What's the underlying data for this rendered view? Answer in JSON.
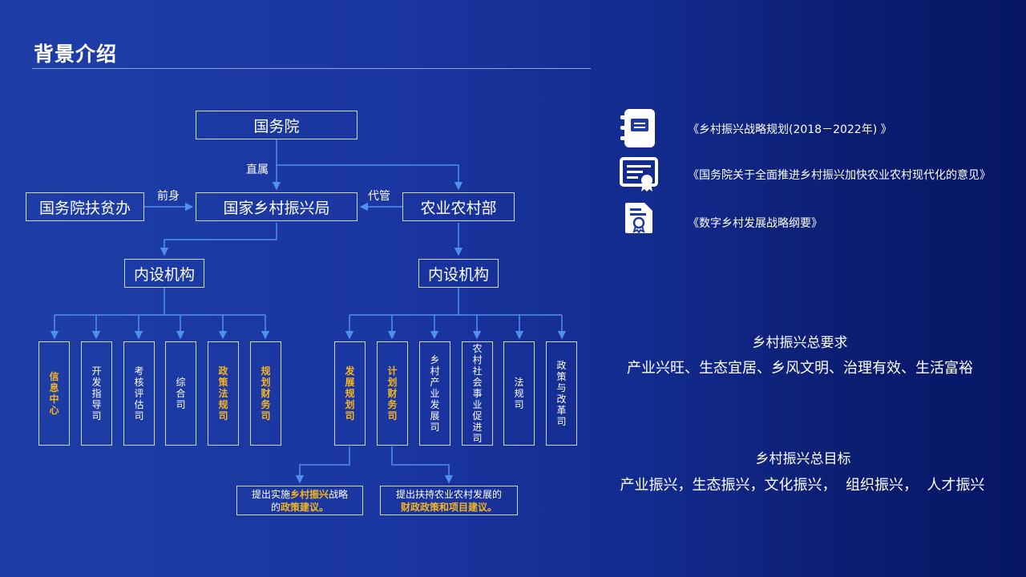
{
  "header": {
    "title": "背景介绍"
  },
  "org": {
    "state_council": "国务院",
    "poverty_office": "国务院扶贫办",
    "rural_bureau": "国家乡村振兴局",
    "agri_ministry": "农业农村部",
    "label_direct": "直属",
    "label_former": "前身",
    "label_acting": "代管",
    "internal_left": "内设机构",
    "internal_right": "内设机构",
    "left_depts": [
      {
        "name": "信息中心",
        "highlight": true
      },
      {
        "name": "开发指导司",
        "highlight": false
      },
      {
        "name": "考核评估司",
        "highlight": false
      },
      {
        "name": "综合司",
        "highlight": false
      },
      {
        "name": "政策法规司",
        "highlight": true
      },
      {
        "name": "规划财务司",
        "highlight": true
      }
    ],
    "right_depts": [
      {
        "name": "发展规划司",
        "highlight": true
      },
      {
        "name": "计划财务司",
        "highlight": true
      },
      {
        "name": "乡村产业发展司",
        "highlight": false
      },
      {
        "name": "农村社会事业 促进司",
        "highlight": false
      },
      {
        "name": "法规司",
        "highlight": false
      },
      {
        "name": "政策与改革司",
        "highlight": false
      }
    ],
    "note1": {
      "p1": "提出实施",
      "h1": "乡村振兴",
      "p2": "战略",
      "p3": "的",
      "h2": "政策建议。"
    },
    "note2": {
      "p1": "提出扶持农业农村发展的",
      "h1": "财政政策和项目建议。"
    }
  },
  "documents": [
    {
      "icon": "notebook-icon",
      "text": "《乡村振兴战略规划(2018－2022年) 》"
    },
    {
      "icon": "certificate-icon",
      "text": "《国务院关于全面推进乡村振兴加快农业农村现代化的意见》"
    },
    {
      "icon": "award-document-icon",
      "text": "《数字乡村发展战略纲要》"
    }
  ],
  "requirements": {
    "heading": "乡村振兴总要求",
    "body": "产业兴旺、生态宜居、乡风文明、治理有效、生活富裕"
  },
  "goals": {
    "heading": "乡村振兴总目标",
    "body": "产业振兴，生态振兴，文化振兴，  组织振兴，  人才振兴"
  },
  "colors": {
    "highlight": "#f6b51e",
    "line": "#4f8ff0",
    "box_border": "#cfd8f0"
  }
}
